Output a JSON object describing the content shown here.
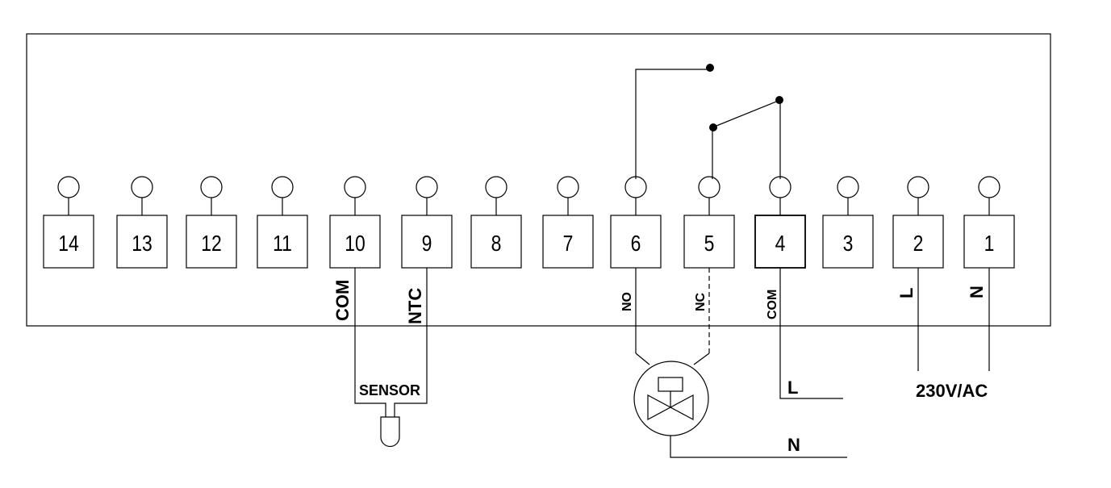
{
  "terminals": [
    {
      "id": "14",
      "label": "14"
    },
    {
      "id": "13",
      "label": "13"
    },
    {
      "id": "12",
      "label": "12"
    },
    {
      "id": "11",
      "label": "11"
    },
    {
      "id": "10",
      "label": "10"
    },
    {
      "id": "9",
      "label": "9"
    },
    {
      "id": "8",
      "label": "8"
    },
    {
      "id": "7",
      "label": "7"
    },
    {
      "id": "6",
      "label": "6"
    },
    {
      "id": "5",
      "label": "5"
    },
    {
      "id": "4",
      "label": "4"
    },
    {
      "id": "3",
      "label": "3"
    },
    {
      "id": "2",
      "label": "2"
    },
    {
      "id": "1",
      "label": "1"
    }
  ],
  "labels": {
    "com_sensor": "COM",
    "ntc": "NTC",
    "no": "NO",
    "nc": "NC",
    "com_relay": "COM",
    "l_supply": "L",
    "n_supply": "N",
    "sensor": "SENSOR",
    "l_valve": "L",
    "n_valve": "N",
    "voltage": "230V/AC"
  }
}
